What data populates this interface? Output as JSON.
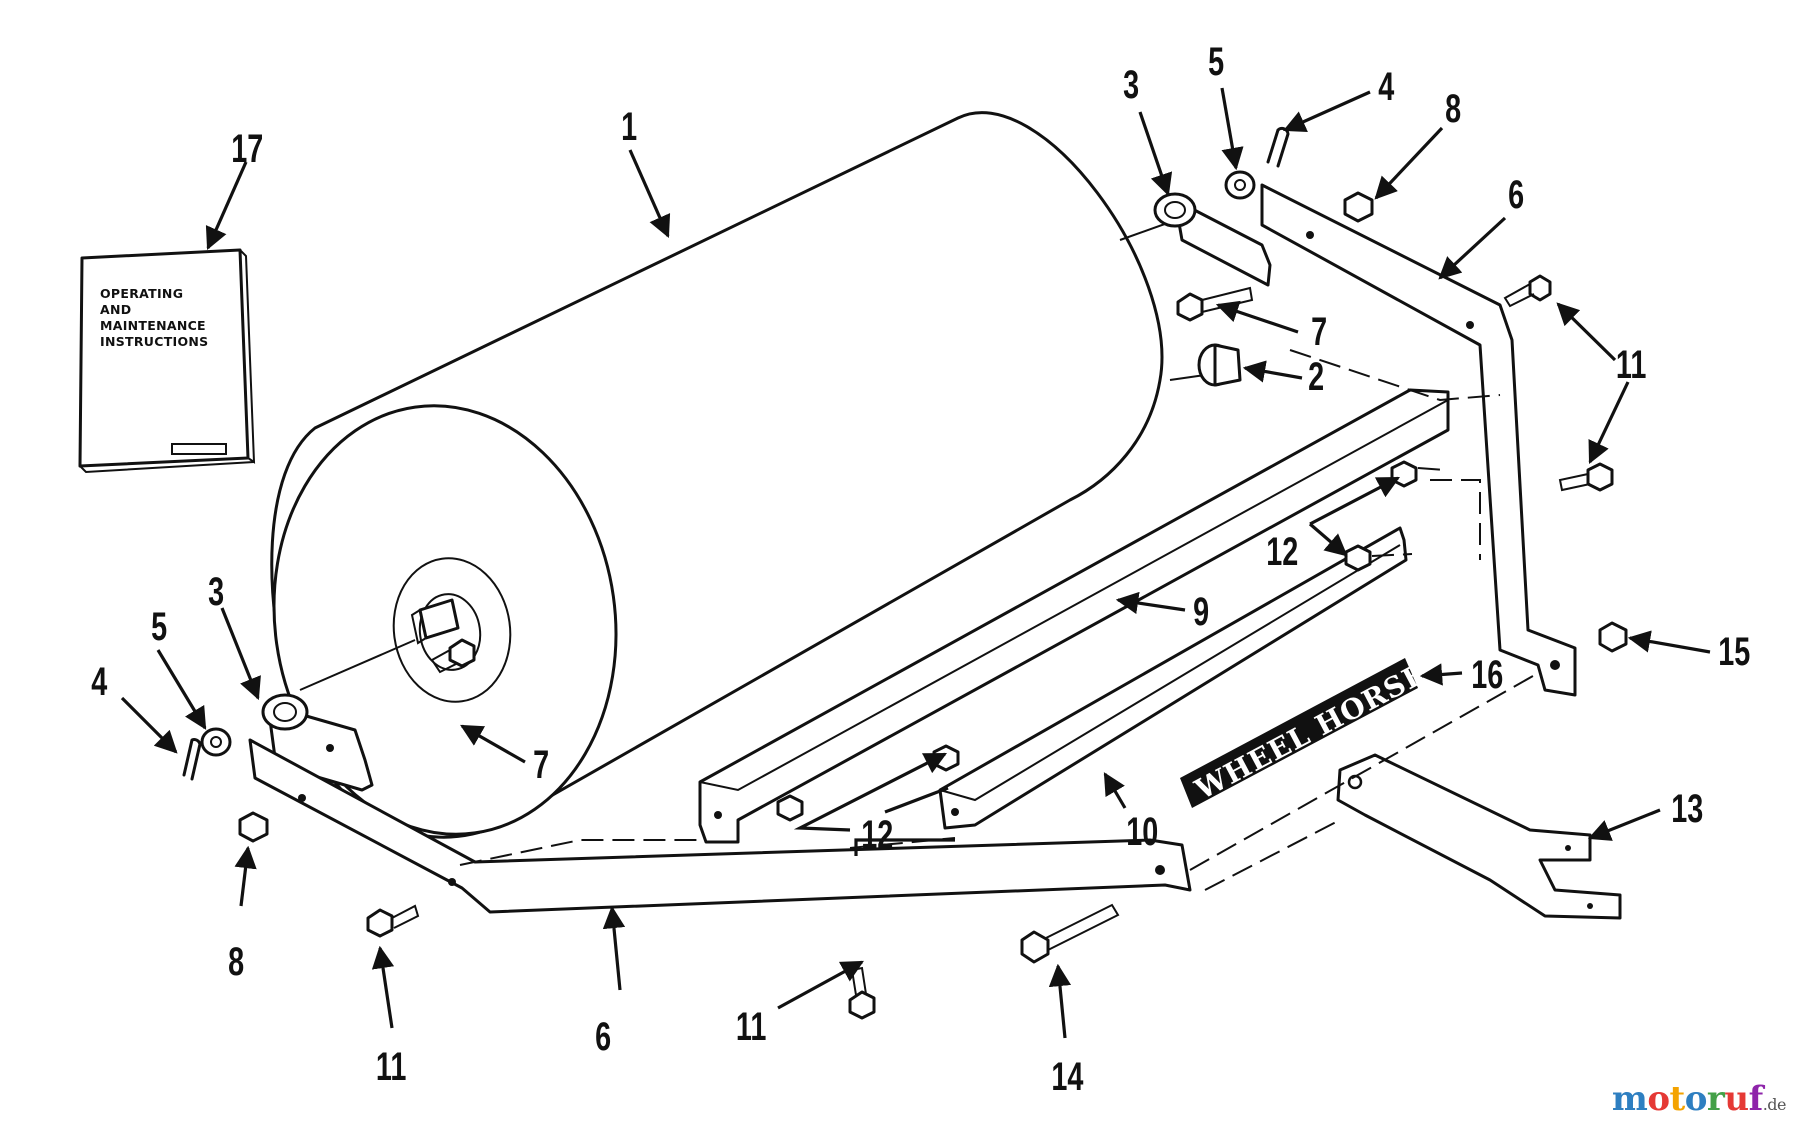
{
  "diagram": {
    "manual_lines": [
      "OPERATING",
      "AND",
      "MAINTENANCE",
      "INSTRUCTIONS"
    ],
    "brand_decal": "WHEEL HORSE",
    "callouts": [
      {
        "id": "c1",
        "text": "1"
      },
      {
        "id": "c2",
        "text": "2"
      },
      {
        "id": "c3a",
        "text": "3"
      },
      {
        "id": "c3b",
        "text": "3"
      },
      {
        "id": "c4a",
        "text": "4"
      },
      {
        "id": "c4b",
        "text": "4"
      },
      {
        "id": "c5a",
        "text": "5"
      },
      {
        "id": "c5b",
        "text": "5"
      },
      {
        "id": "c6a",
        "text": "6"
      },
      {
        "id": "c6b",
        "text": "6"
      },
      {
        "id": "c7a",
        "text": "7"
      },
      {
        "id": "c7b",
        "text": "7"
      },
      {
        "id": "c8a",
        "text": "8"
      },
      {
        "id": "c8b",
        "text": "8"
      },
      {
        "id": "c9",
        "text": "9"
      },
      {
        "id": "c10",
        "text": "10"
      },
      {
        "id": "c11a",
        "text": "11"
      },
      {
        "id": "c11b",
        "text": "11"
      },
      {
        "id": "c11c",
        "text": "11"
      },
      {
        "id": "c12a",
        "text": "12"
      },
      {
        "id": "c12b",
        "text": "12"
      },
      {
        "id": "c13",
        "text": "13"
      },
      {
        "id": "c14",
        "text": "14"
      },
      {
        "id": "c15",
        "text": "15"
      },
      {
        "id": "c16",
        "text": "16"
      },
      {
        "id": "c17",
        "text": "17"
      }
    ]
  },
  "watermark": {
    "brand": "motoruf",
    "domain": ".de",
    "colors": [
      "#2e7fc1",
      "#e53935",
      "#f4a300",
      "#2e7fc1",
      "#43a047",
      "#e53935",
      "#8e24aa"
    ]
  }
}
